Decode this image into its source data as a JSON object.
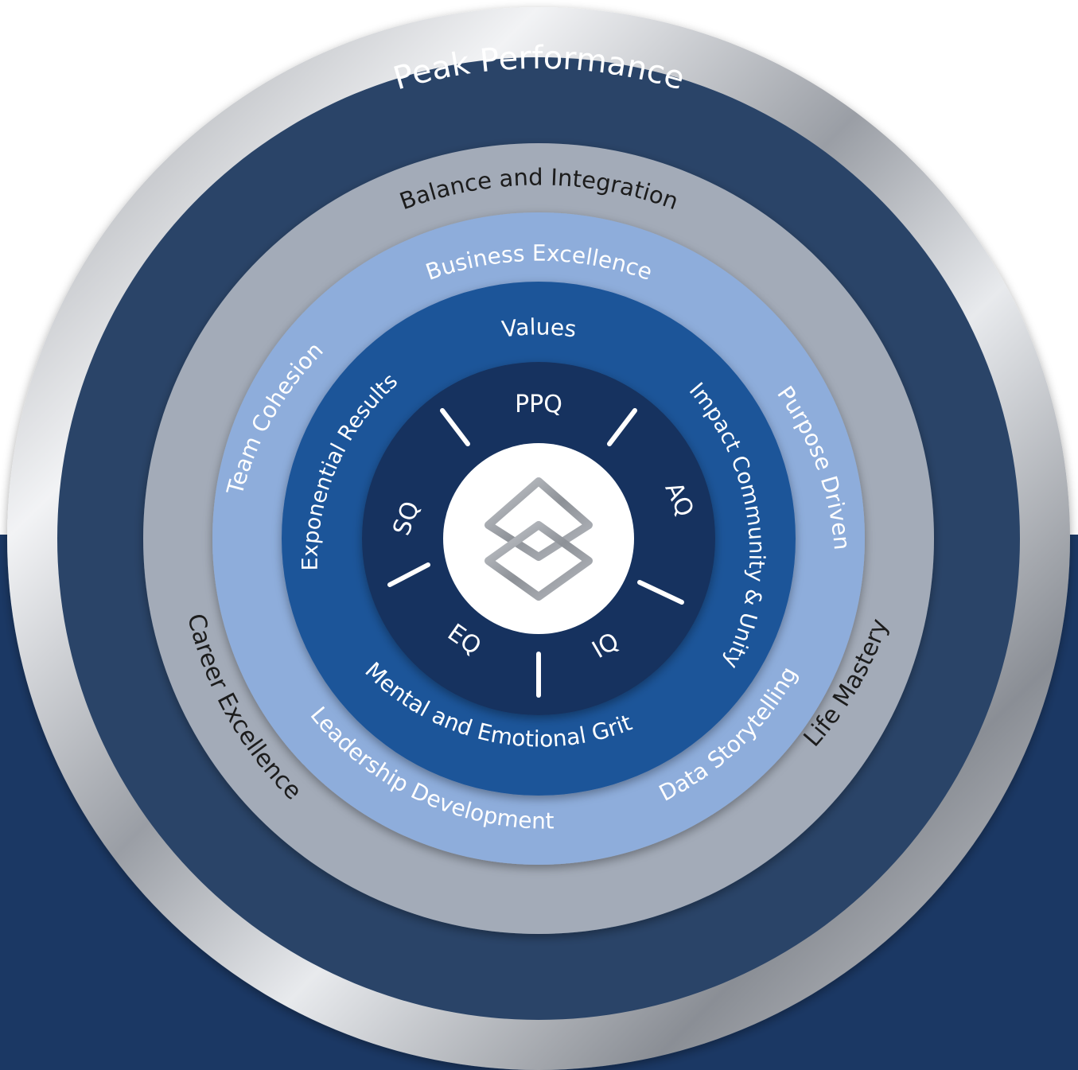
{
  "colors": {
    "background_top": "#ffffff",
    "background_bottom": "#1b3864",
    "silver_light": "#f2f3f5",
    "silver_dark": "#8e9298",
    "peak_ring": "#2a4468",
    "balance_ring": "#a3abb8",
    "business_ring": "#8eaddb",
    "values_ring": "#1f5599",
    "core_ring": "#17335f",
    "center": "#ffffff",
    "text_light": "#ffffff",
    "text_dark": "#1c1c1c"
  },
  "rings": {
    "peak_performance": {
      "title": "Peak Performance"
    },
    "balance_and_integration": {
      "title": "Balance and Integration",
      "left": "Career Excellence",
      "right": "Life Mastery"
    },
    "business_excellence": {
      "title": "Business Excellence",
      "left": "Team Cohesion",
      "right": "Purpose Driven",
      "bottom_left": "Leadership Development",
      "bottom_right": "Data Storytelling"
    },
    "values": {
      "title": "Values",
      "left": "Exponential Results",
      "right": "Impact Community & Unity",
      "bottom": "Mental and Emotional Grit"
    },
    "core": {
      "top": "PPQ",
      "right": "AQ",
      "bottom_right": "IQ",
      "bottom_left": "EQ",
      "left": "SQ"
    }
  },
  "center_logo_icon": "interlocked-squares-logo-icon"
}
